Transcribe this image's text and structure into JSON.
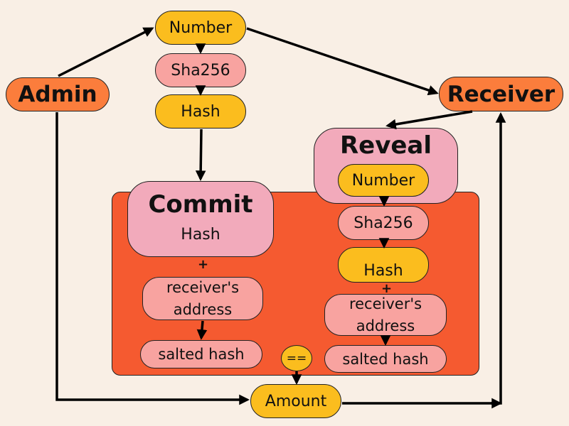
{
  "nodes": {
    "admin": "Admin",
    "receiver": "Receiver",
    "top_number": "Number",
    "top_sha256": "Sha256",
    "top_hash": "Hash",
    "commit_title": "Commit",
    "commit_hash": "Hash",
    "commit_plus": "+",
    "commit_receiver_address": "receiver's address",
    "commit_salted_hash": "salted hash",
    "reveal_title": "Reveal",
    "reveal_number": "Number",
    "reveal_sha256": "Sha256",
    "reveal_hash": "Hash",
    "reveal_plus": "+",
    "reveal_receiver_address": "receiver's address",
    "reveal_salted_hash": "salted hash",
    "equals": "==",
    "amount": "Amount"
  },
  "colors": {
    "background": "#f9efe5",
    "admin_receiver": "#fb7d3c",
    "number_hash": "#fbbd1e",
    "sha_salted": "#f8a3a0",
    "commit_reveal_group": "#f2aabb",
    "panel": "#f55a30",
    "arrow": "#000000"
  }
}
